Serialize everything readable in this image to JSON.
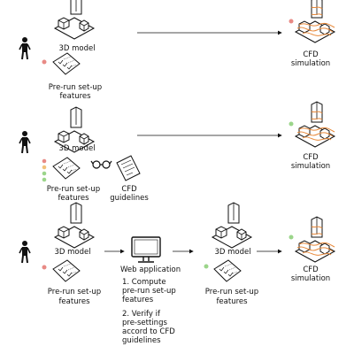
{
  "colors": {
    "stroke": "#111111",
    "building_fill": "#ffffff",
    "cfd_flow": "#e8893a",
    "dot_red": "#e88a85",
    "dot_green": "#9bd58a"
  },
  "icons": {
    "person": "person-icon",
    "building": "building-model-icon",
    "checklist": "checklist-icon",
    "glasses": "glasses-icon",
    "document": "document-icon",
    "monitor": "monitor-icon",
    "cfd": "cfd-simulation-icon"
  },
  "row1": {
    "model_label": "3D model",
    "setup_label_1": "Pre-run set-up",
    "setup_label_2": "features",
    "cfd_label_1": "CFD",
    "cfd_label_2": "simulation",
    "setup_status": "red",
    "cfd_status": "red"
  },
  "row2": {
    "model_label": "3D model",
    "setup_label_1": "Pre-run set-up",
    "setup_label_2": "features",
    "guidelines_label_1": "CFD",
    "guidelines_label_2": "guidelines",
    "cfd_label_1": "CFD",
    "cfd_label_2": "simulation",
    "setup_status_dots": [
      "red",
      "yellow",
      "green",
      "green"
    ],
    "cfd_status": "green"
  },
  "row3": {
    "model_label": "3D model",
    "setup_label_1": "Pre-run set-up",
    "setup_label_2": "features",
    "web_title": "Web application",
    "web_step1_1": "1. Compute",
    "web_step1_2": "pre-run set-up",
    "web_step1_3": "features",
    "web_step2_1": "2. Verify if",
    "web_step2_2": "pre-settings",
    "web_step2_3": "accord to CFD",
    "web_step2_4": "guidelines",
    "model2_label": "3D model",
    "setup2_label_1": "Pre-run set-up",
    "setup2_label_2": "features",
    "cfd_label_1": "CFD",
    "cfd_label_2": "simulation",
    "setup_status": "red",
    "setup2_status": "green",
    "cfd_status": "green"
  }
}
